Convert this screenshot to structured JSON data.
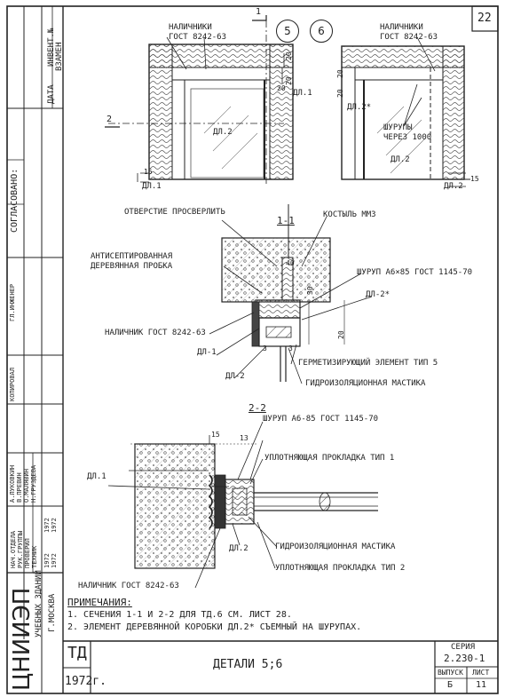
{
  "sheet_number": "22",
  "sheet_number_label": "22",
  "callouts": [
    "5",
    "6"
  ],
  "left_stamp": {
    "data_label": "ДАТА",
    "invent_label": "ИНВЕНТ.№",
    "vzamen_label": "ВЗАМЕН",
    "soglasovano": "СОГЛАСОВАНО:",
    "gl_inzhener": "ГЛ.ИНЖЕНЕР",
    "kopiroval": "КОПИРОВАЛ",
    "roles": [
      "НАЧ.ОТДЕЛА",
      "РУК.ГРУППЫ",
      "ПРОВЕРИЛ",
      "ТЕХНИК"
    ],
    "surnames": [
      "А.ЛУКОВКИН",
      "В.ПРЕВИН",
      "О.МАЛЯВИН",
      "Н.ГРУЗДЕВА"
    ],
    "dates": [
      "1972",
      "1972",
      "1972",
      "1972"
    ],
    "org": "ЦНИИЭП",
    "org_sub": "УЧЕБНЫХ ЗДАНИЙ",
    "city": "Г.МОСКВА"
  },
  "views": {
    "top_left": {
      "label_nal": "НАЛИЧНИКИ",
      "label_gost": "ГОСТ 8242-63",
      "marker": "1",
      "section_2": "2",
      "dims": [
        "20",
        "20",
        "15",
        "20"
      ],
      "parts": [
        "ДЛ.1",
        "ДЛ.2",
        "ДЛ.1"
      ]
    },
    "top_right": {
      "label_nal": "НАЛИЧНИКИ",
      "label_gost": "ГОСТ 8242-63",
      "screws": "ШУРУПЫ",
      "screws_step": "ЧЕРЕЗ 1000",
      "dims": [
        "20",
        "15",
        "20"
      ],
      "parts": [
        "ДЛ.2*",
        "ДЛ.2",
        "ДЛ.2"
      ]
    },
    "section_1": {
      "title": "1-1",
      "drill_hole": "ОТВЕРСТИЕ ПРОСВЕРЛИТЬ",
      "crutch": "КОСТЫЛЬ ММ3",
      "antiseptic_1": "АНТИСЕПТИРОВАННАЯ",
      "antiseptic_2": "ДЕРЕВЯННАЯ ПРОБКА",
      "screw": "ШУРУП А6×85 ГОСТ 1145-70",
      "part_2star": "ДЛ-2*",
      "trim": "НАЛИЧНИК ГОСТ 8242-63",
      "part_1": "ДЛ-1",
      "part_2": "ДЛ-2",
      "seal": "ГЕРМЕТИЗИРУЮЩИЙ ЭЛЕМЕНТ ТИП 5",
      "mastic": "ГИДРОИЗОЛЯЦИОННАЯ МАСТИКА",
      "dims": [
        "40",
        "30",
        "20",
        "3",
        "3"
      ]
    },
    "section_2": {
      "title": "2-2",
      "screw": "ШУРУП А6-85 ГОСТ 1145-70",
      "gasket_1": "УПЛОТНЯЮЩАЯ ПРОКЛАДКА ТИП 1",
      "part_1": "ДЛ.1",
      "mastic": "ГИДРОИЗОЛЯЦИОННАЯ МАСТИКА",
      "part_2": "ДЛ.2",
      "gasket_2": "УПЛОТНЯЮЩАЯ ПРОКЛАДКА ТИП 2",
      "trim": "НАЛИЧНИК ГОСТ 8242-63",
      "dims": [
        "15",
        "13"
      ]
    }
  },
  "notes": {
    "title": "ПРИМЕЧАНИЯ:",
    "items": [
      "1. СЕЧЕНИЯ 1-1 И 2-2 ДЛЯ ТД.6  СМ. ЛИСТ 28.",
      "2. ЭЛЕМЕНТ ДЕРЕВЯННОЙ КОРОБКИ ДЛ.2* СЪЕМНЫЙ  НА ШУРУПАХ."
    ]
  },
  "title_block": {
    "code": "ТД",
    "year": "1972г.",
    "title": "ДЕТАЛИ 5;6",
    "series_label": "СЕРИЯ",
    "series": "2.230-1",
    "issue_label": "ВЫПУСК",
    "issue": "Б",
    "sheet_label": "ЛИСТ",
    "sheet": "11"
  }
}
